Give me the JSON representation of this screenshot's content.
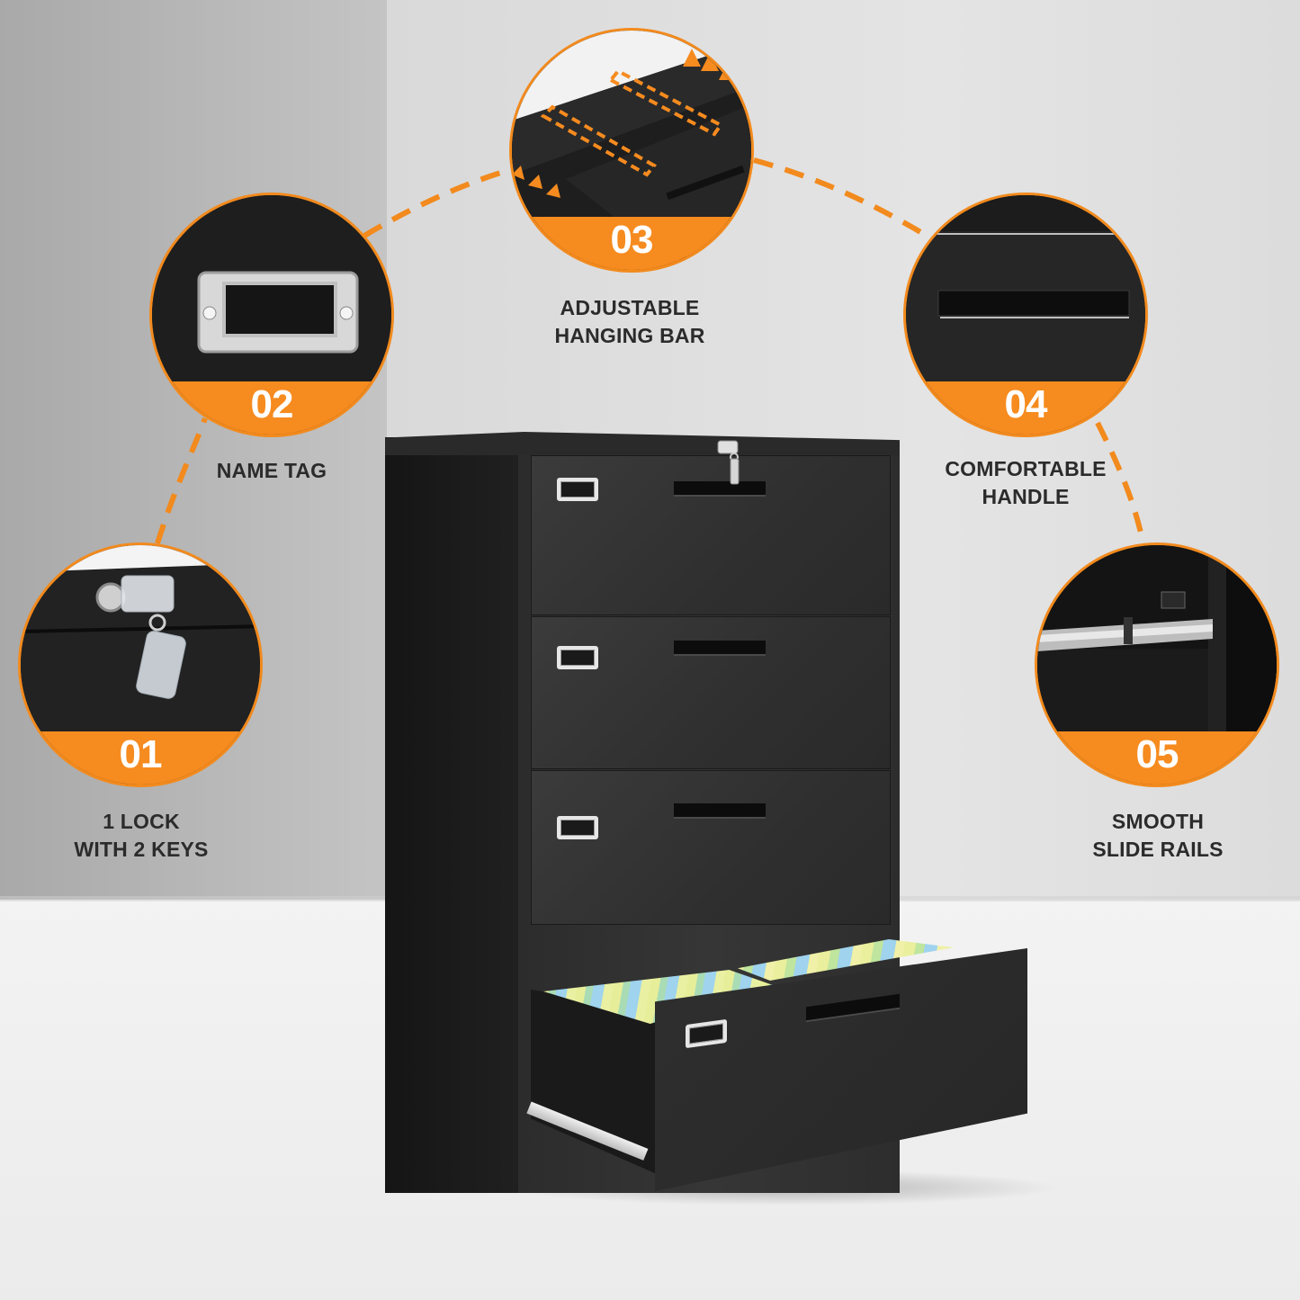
{
  "colors": {
    "accent_orange": "#f68b1f",
    "badge_dark": "#1e1e1e",
    "label_text": "#2b2b2b",
    "cabinet_black": "#2e2e2e"
  },
  "features": [
    {
      "number": "01",
      "label_line1": "1 LOCK",
      "label_line2": "WITH 2 KEYS",
      "icon": "lock-with-keys-icon"
    },
    {
      "number": "02",
      "label_line1": "NAME TAG",
      "label_line2": "",
      "icon": "name-tag-icon"
    },
    {
      "number": "03",
      "label_line1": "ADJUSTABLE",
      "label_line2": "HANGING BAR",
      "icon": "hanging-bar-icon"
    },
    {
      "number": "04",
      "label_line1": "COMFORTABLE",
      "label_line2": "HANDLE",
      "icon": "recessed-handle-icon"
    },
    {
      "number": "05",
      "label_line1": "SMOOTH",
      "label_line2": "SLIDE RAILS",
      "icon": "slide-rail-icon"
    }
  ],
  "product": {
    "type": "4-drawer lateral file cabinet",
    "color": "black",
    "drawer_count": 4,
    "open_drawer_index": 4
  }
}
